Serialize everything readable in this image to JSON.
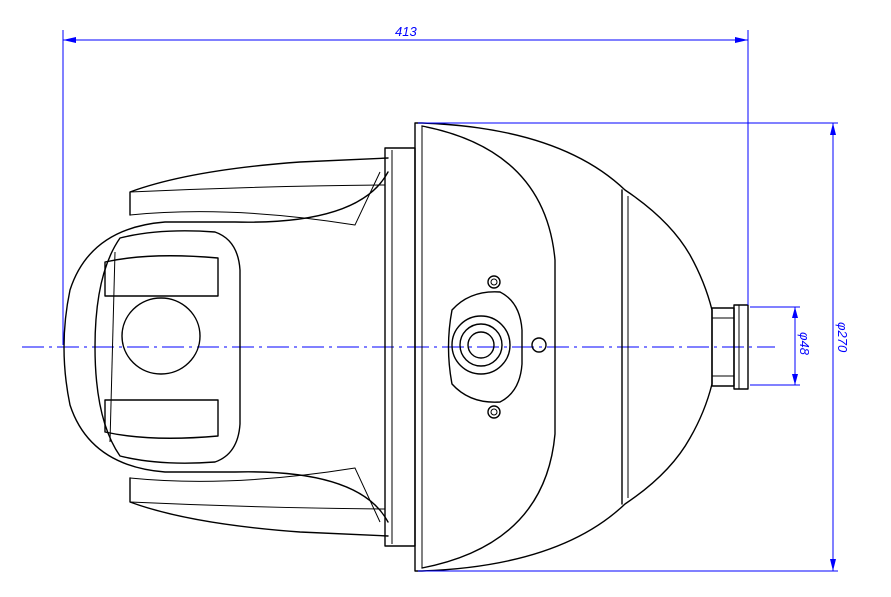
{
  "dimensions": {
    "length": "413",
    "diameter_small": "φ48",
    "diameter_large": "φ270"
  },
  "colors": {
    "outline": "#000000",
    "dimension": "#0000ff"
  }
}
